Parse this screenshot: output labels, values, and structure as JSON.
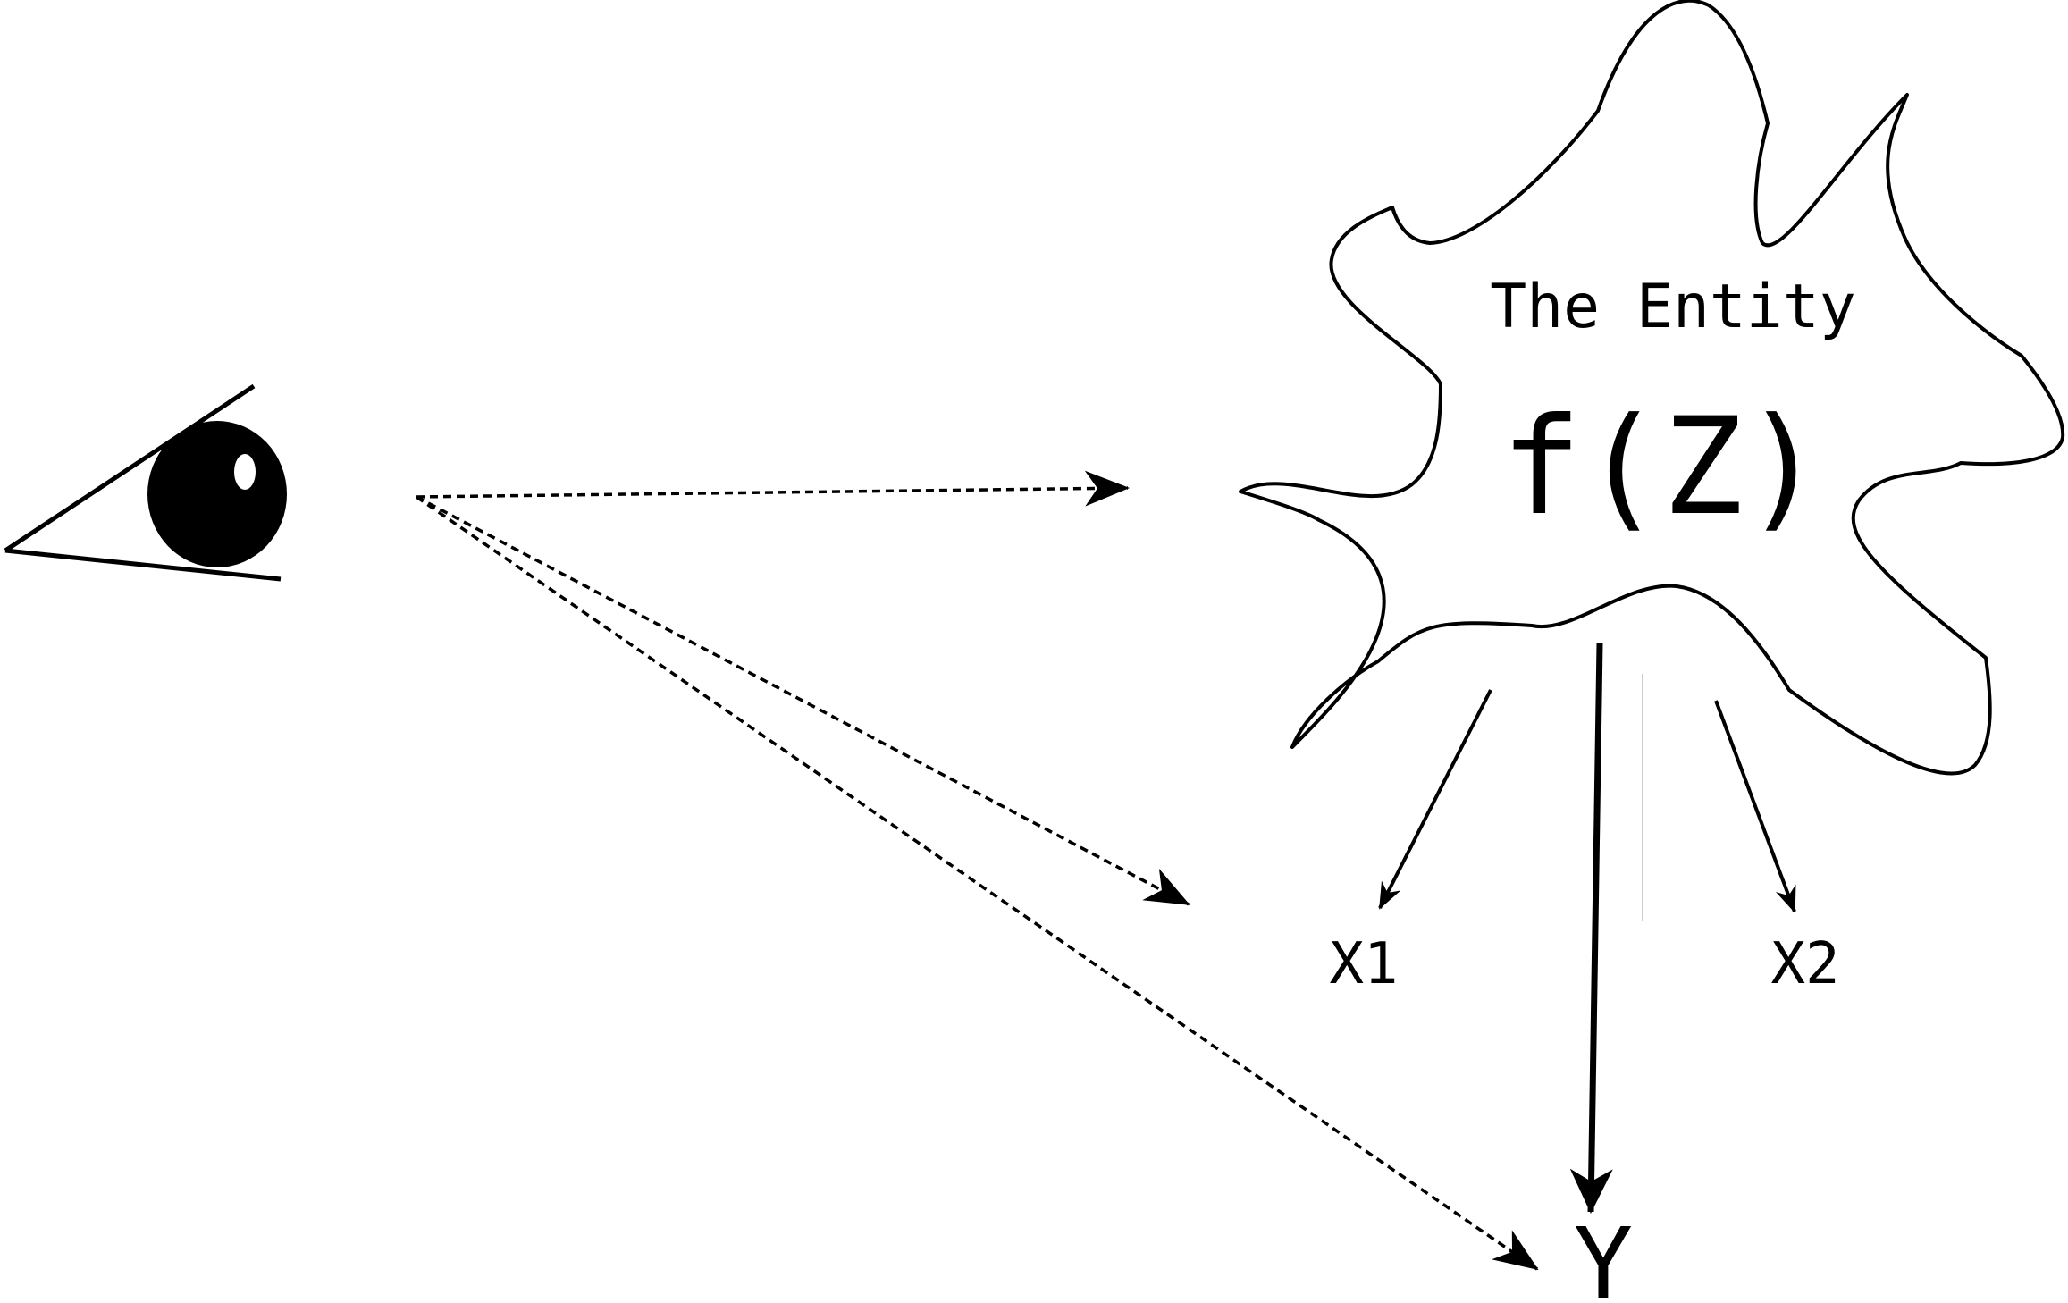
{
  "colors": {
    "stroke": "#000000",
    "background": "#ffffff"
  },
  "icons": {
    "observer": "eye-icon",
    "entity": "cloud-blob-shape"
  },
  "entity": {
    "title": "The Entity",
    "function": "f(Z)"
  },
  "outputs": {
    "x1": "X1",
    "x2": "X2",
    "y": "Y"
  }
}
